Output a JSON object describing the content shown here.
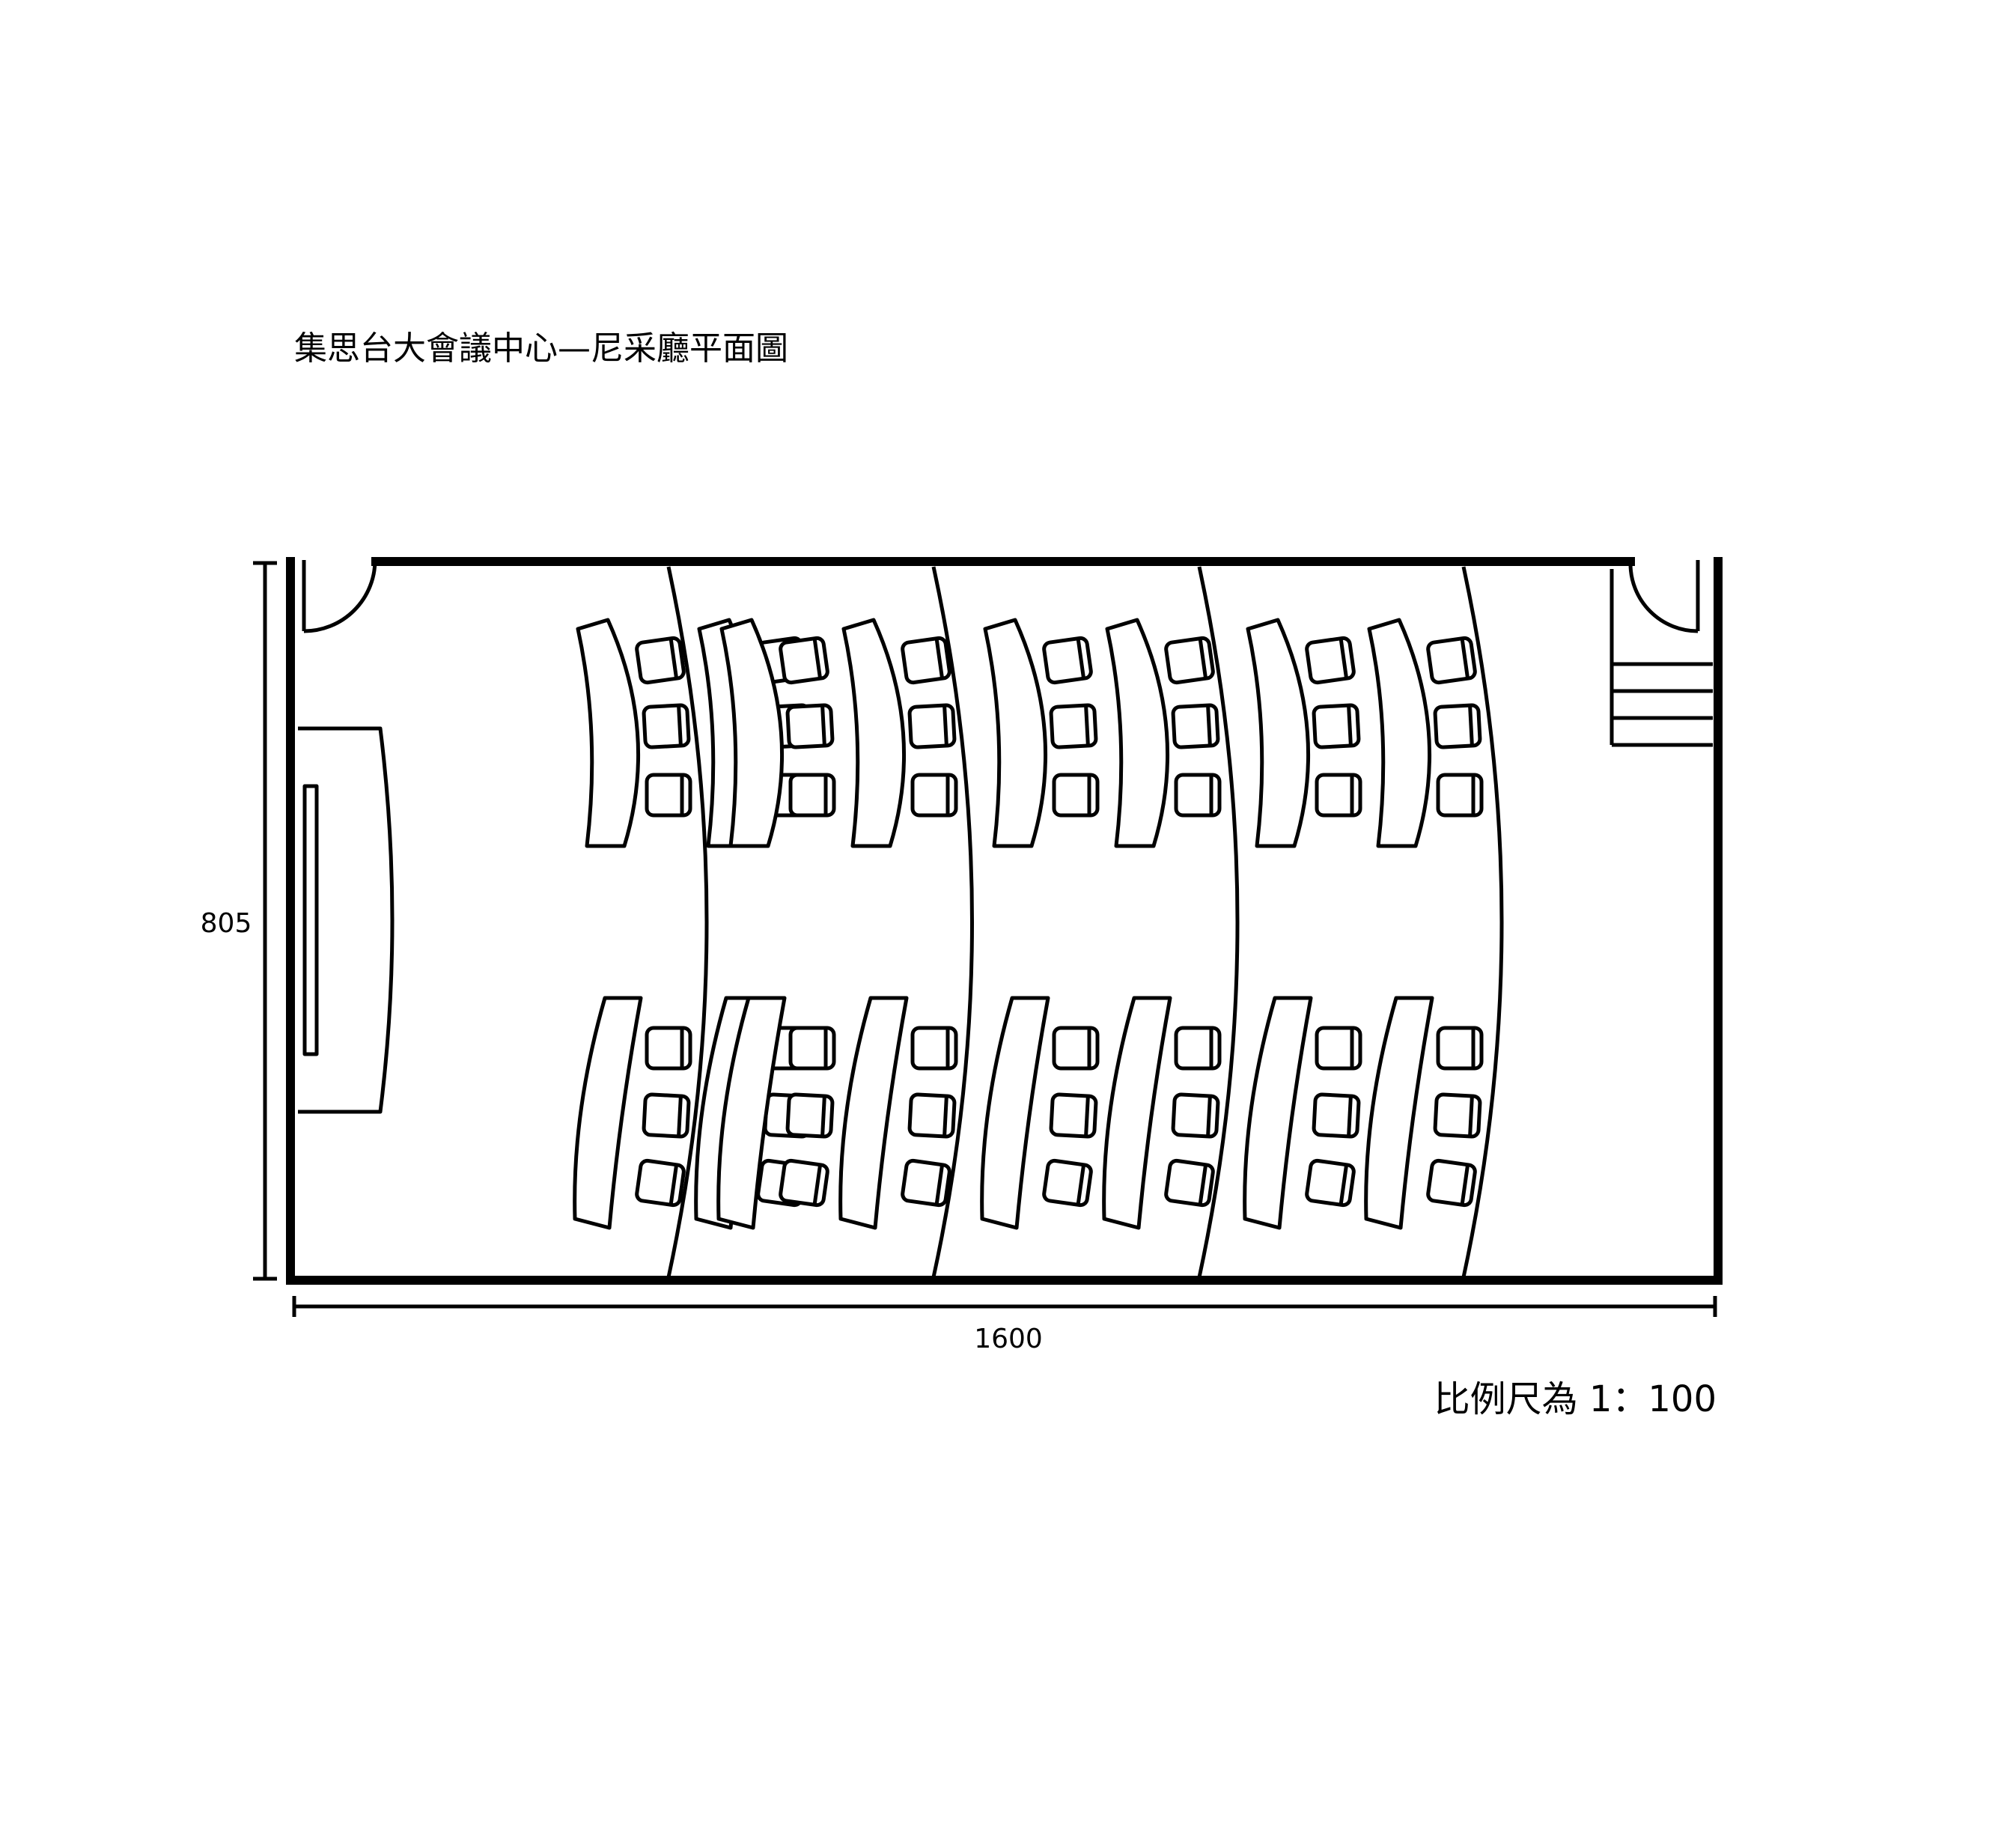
{
  "title": "集思台大會議中心—尼采廳平面圖",
  "dimensions": {
    "height_label": "805",
    "width_label": "1600"
  },
  "scale_label": "比例尺為 1：100",
  "layout": {
    "table_columns": 8,
    "seat_blocks": 2,
    "chairs_per_table": 3
  },
  "colors": {
    "line": "#000000",
    "background": "#ffffff"
  }
}
